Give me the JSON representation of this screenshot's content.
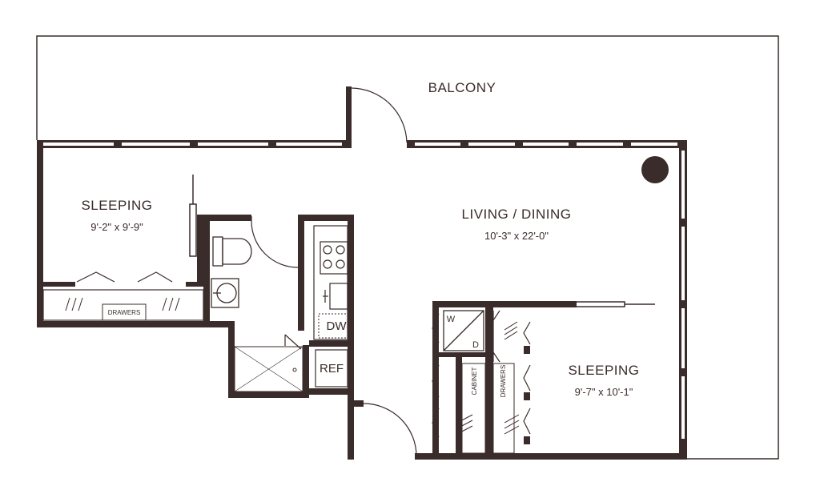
{
  "colors": {
    "wall": "#3a2c2a",
    "background": "#ffffff"
  },
  "rooms": {
    "balcony": {
      "name": "BALCONY"
    },
    "sleeping_left": {
      "name": "SLEEPING",
      "dimensions": "9'-2\" x 9'-9\""
    },
    "living_dining": {
      "name": "LIVING / DINING",
      "dimensions": "10'-3\" x 22'-0\""
    },
    "sleeping_right": {
      "name": "SLEEPING",
      "dimensions": "9'-7\" x 10'-1\""
    }
  },
  "fixtures": {
    "dishwasher": "DW",
    "refrigerator": "REF",
    "drawers_left": "DRAWERS",
    "cabinet": "CABINET",
    "drawers_right": "DRAWERS",
    "washer": "W",
    "dryer": "D"
  },
  "icons": [
    "column-icon",
    "toilet-icon",
    "sink-icon",
    "cooktop-icon",
    "kitchen-sink-icon",
    "shower-drain-icon",
    "washer-dryer-icon",
    "door-swing-icon",
    "sliding-door-icon"
  ]
}
